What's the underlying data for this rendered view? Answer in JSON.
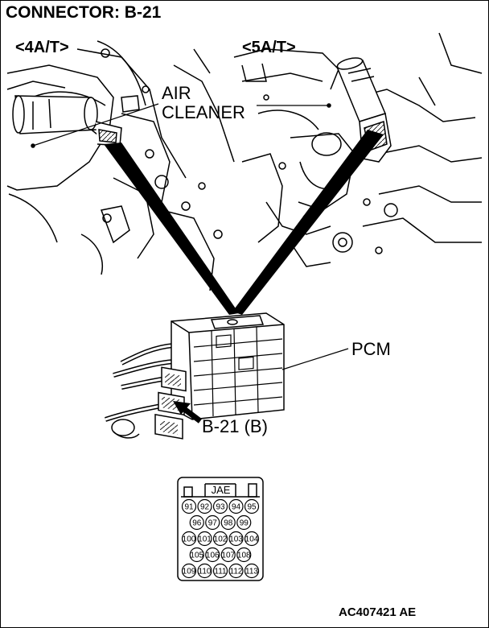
{
  "title": "CONNECTOR: B-21",
  "variant_left": "<4A/T>",
  "variant_right": "<5A/T>",
  "air_cleaner_line1": "AIR",
  "air_cleaner_line2": "CLEANER",
  "pcm_label": "PCM",
  "connector_label": "B-21 (B)",
  "connector_header": "JAE",
  "pins": {
    "row1": [
      "91",
      "92",
      "93",
      "94",
      "95"
    ],
    "row2": [
      "96",
      "97",
      "98",
      "99"
    ],
    "row3": [
      "100",
      "101",
      "102",
      "103",
      "104"
    ],
    "row4": [
      "105",
      "106",
      "107",
      "108"
    ],
    "row5": [
      "109",
      "110",
      "111",
      "112",
      "113"
    ]
  },
  "figure_code": "AC407421 AE"
}
